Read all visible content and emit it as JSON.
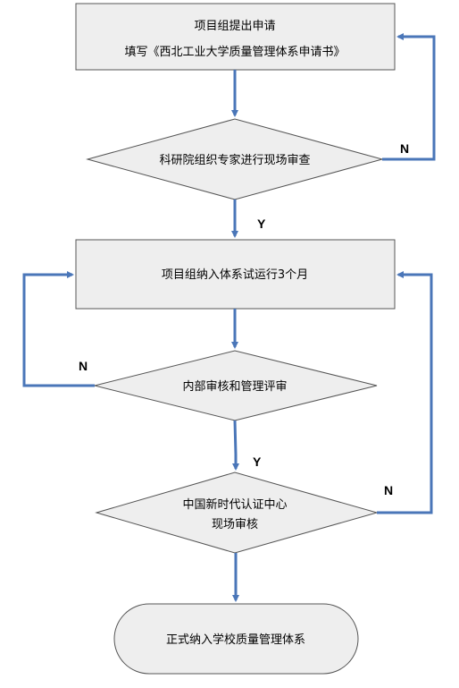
{
  "nodes": {
    "apply": {
      "line1": "项目组提出申请",
      "line2": "填写《西北工业大学质量管理体系申请书》"
    },
    "review1": {
      "text": "科研院组织专家进行现场审查"
    },
    "trial": {
      "text": "项目组纳入体系试运行3个月"
    },
    "review2": {
      "text": "内部审核和管理评审"
    },
    "review3": {
      "line1": "中国新时代认证中心",
      "line2": "现场审核"
    },
    "final": {
      "text": "正式纳入学校质量管理体系"
    }
  },
  "labels": {
    "n1": "N",
    "y1": "Y",
    "n2": "N",
    "y2": "Y",
    "n3": "N"
  },
  "colors": {
    "fill": "#eeeeee",
    "stroke": "#555555",
    "arrow": "#4a76b8"
  }
}
